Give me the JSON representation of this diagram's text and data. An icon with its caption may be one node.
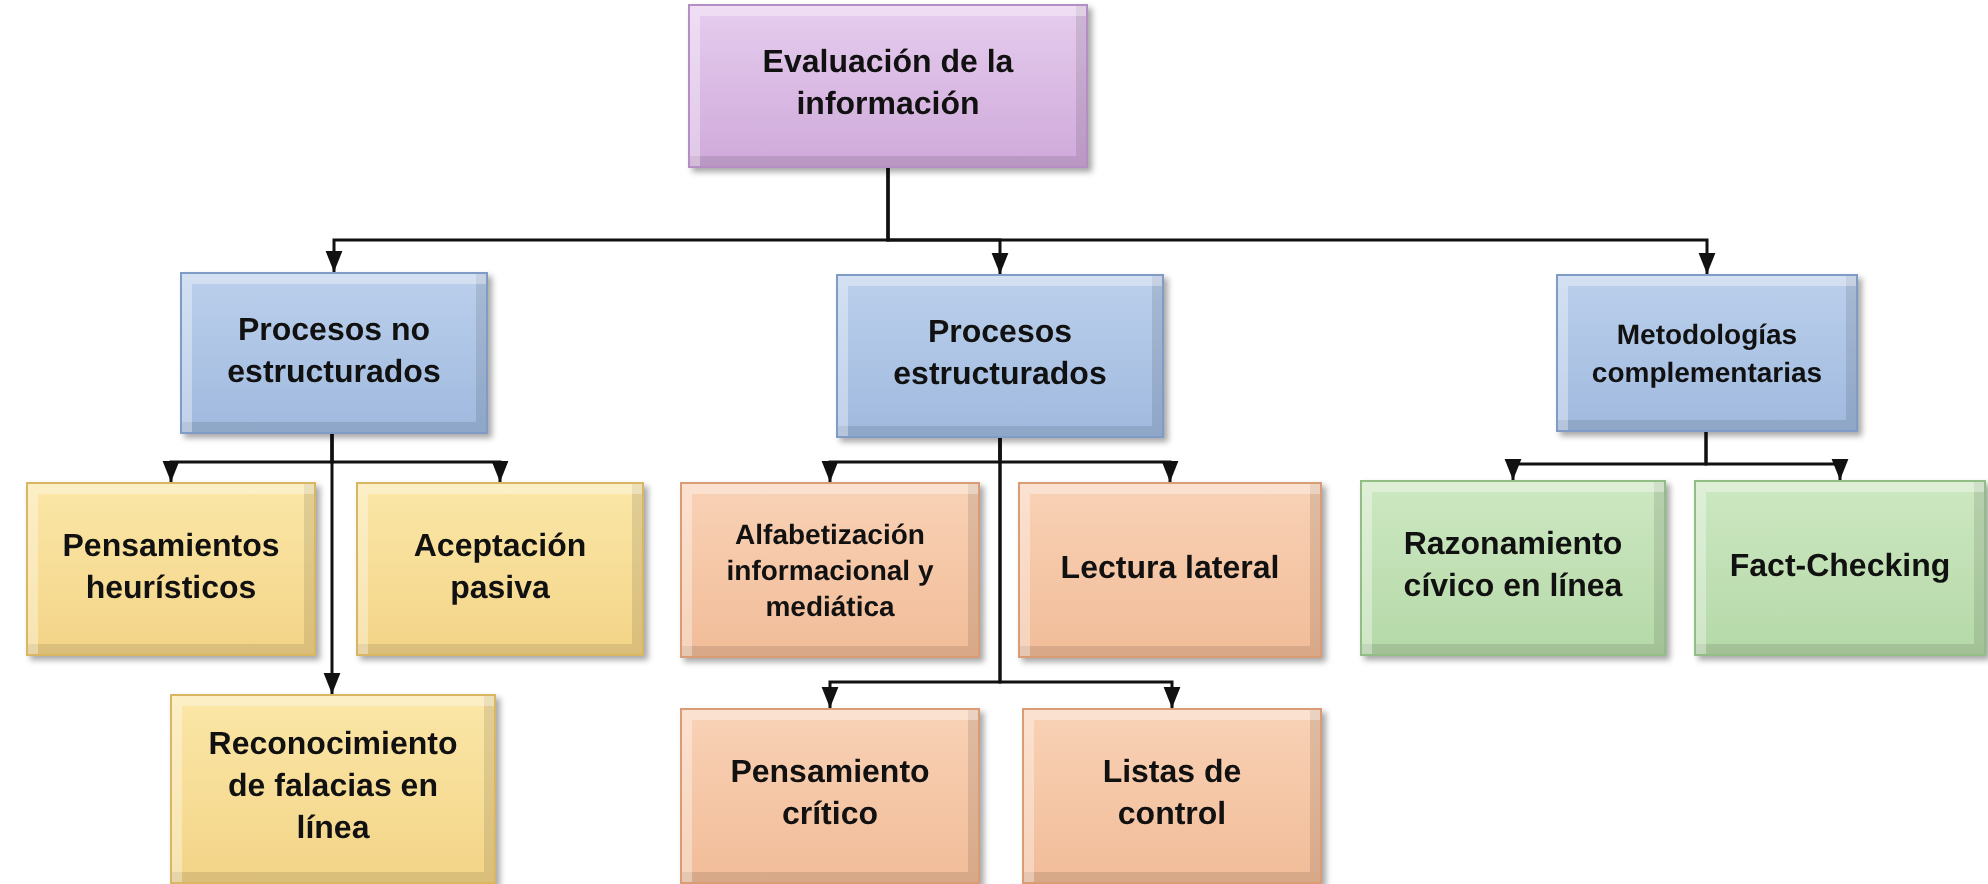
{
  "diagram": {
    "nodes": [
      {
        "text": [
          "Evaluación de la información"
        ]
      },
      {
        "text": [
          "Procesos no estructurados"
        ]
      },
      {
        "text": [
          "Procesos estructurados"
        ]
      },
      {
        "text": [
          "Metodologías complementarias"
        ]
      },
      {
        "text": [
          "Pensamientos heurísticos"
        ]
      },
      {
        "text": [
          "Aceptación pasiva"
        ]
      },
      {
        "text": [
          "Reconocimiento de falacias en línea"
        ]
      },
      {
        "text": [
          "Alfabetización informacional y mediática"
        ]
      },
      {
        "text": [
          "Lectura lateral"
        ]
      },
      {
        "text": [
          "Pensamiento crítico"
        ]
      },
      {
        "text": [
          "Listas de control"
        ]
      },
      {
        "text": [
          "Razonamiento cívico en línea"
        ]
      },
      {
        "text": [
          "Fact-Checking"
        ]
      }
    ],
    "edges": [
      {
        "from": 0,
        "to": 1,
        "arrow": "to"
      },
      {
        "from": 0,
        "to": 2,
        "arrow": "to"
      },
      {
        "from": 0,
        "to": 3,
        "arrow": "to"
      },
      {
        "from": 1,
        "to": 4,
        "arrow": "to"
      },
      {
        "from": 1,
        "to": 5,
        "arrow": "to"
      },
      {
        "from": 1,
        "to": 6,
        "arrow": "to"
      },
      {
        "from": 2,
        "to": 7,
        "arrow": "to"
      },
      {
        "from": 2,
        "to": 8,
        "arrow": "to"
      },
      {
        "from": 2,
        "to": 9,
        "arrow": "to"
      },
      {
        "from": 2,
        "to": 10,
        "arrow": "to"
      },
      {
        "from": 3,
        "to": 11,
        "arrow": "to"
      },
      {
        "from": 3,
        "to": 12,
        "arrow": "to"
      }
    ]
  }
}
